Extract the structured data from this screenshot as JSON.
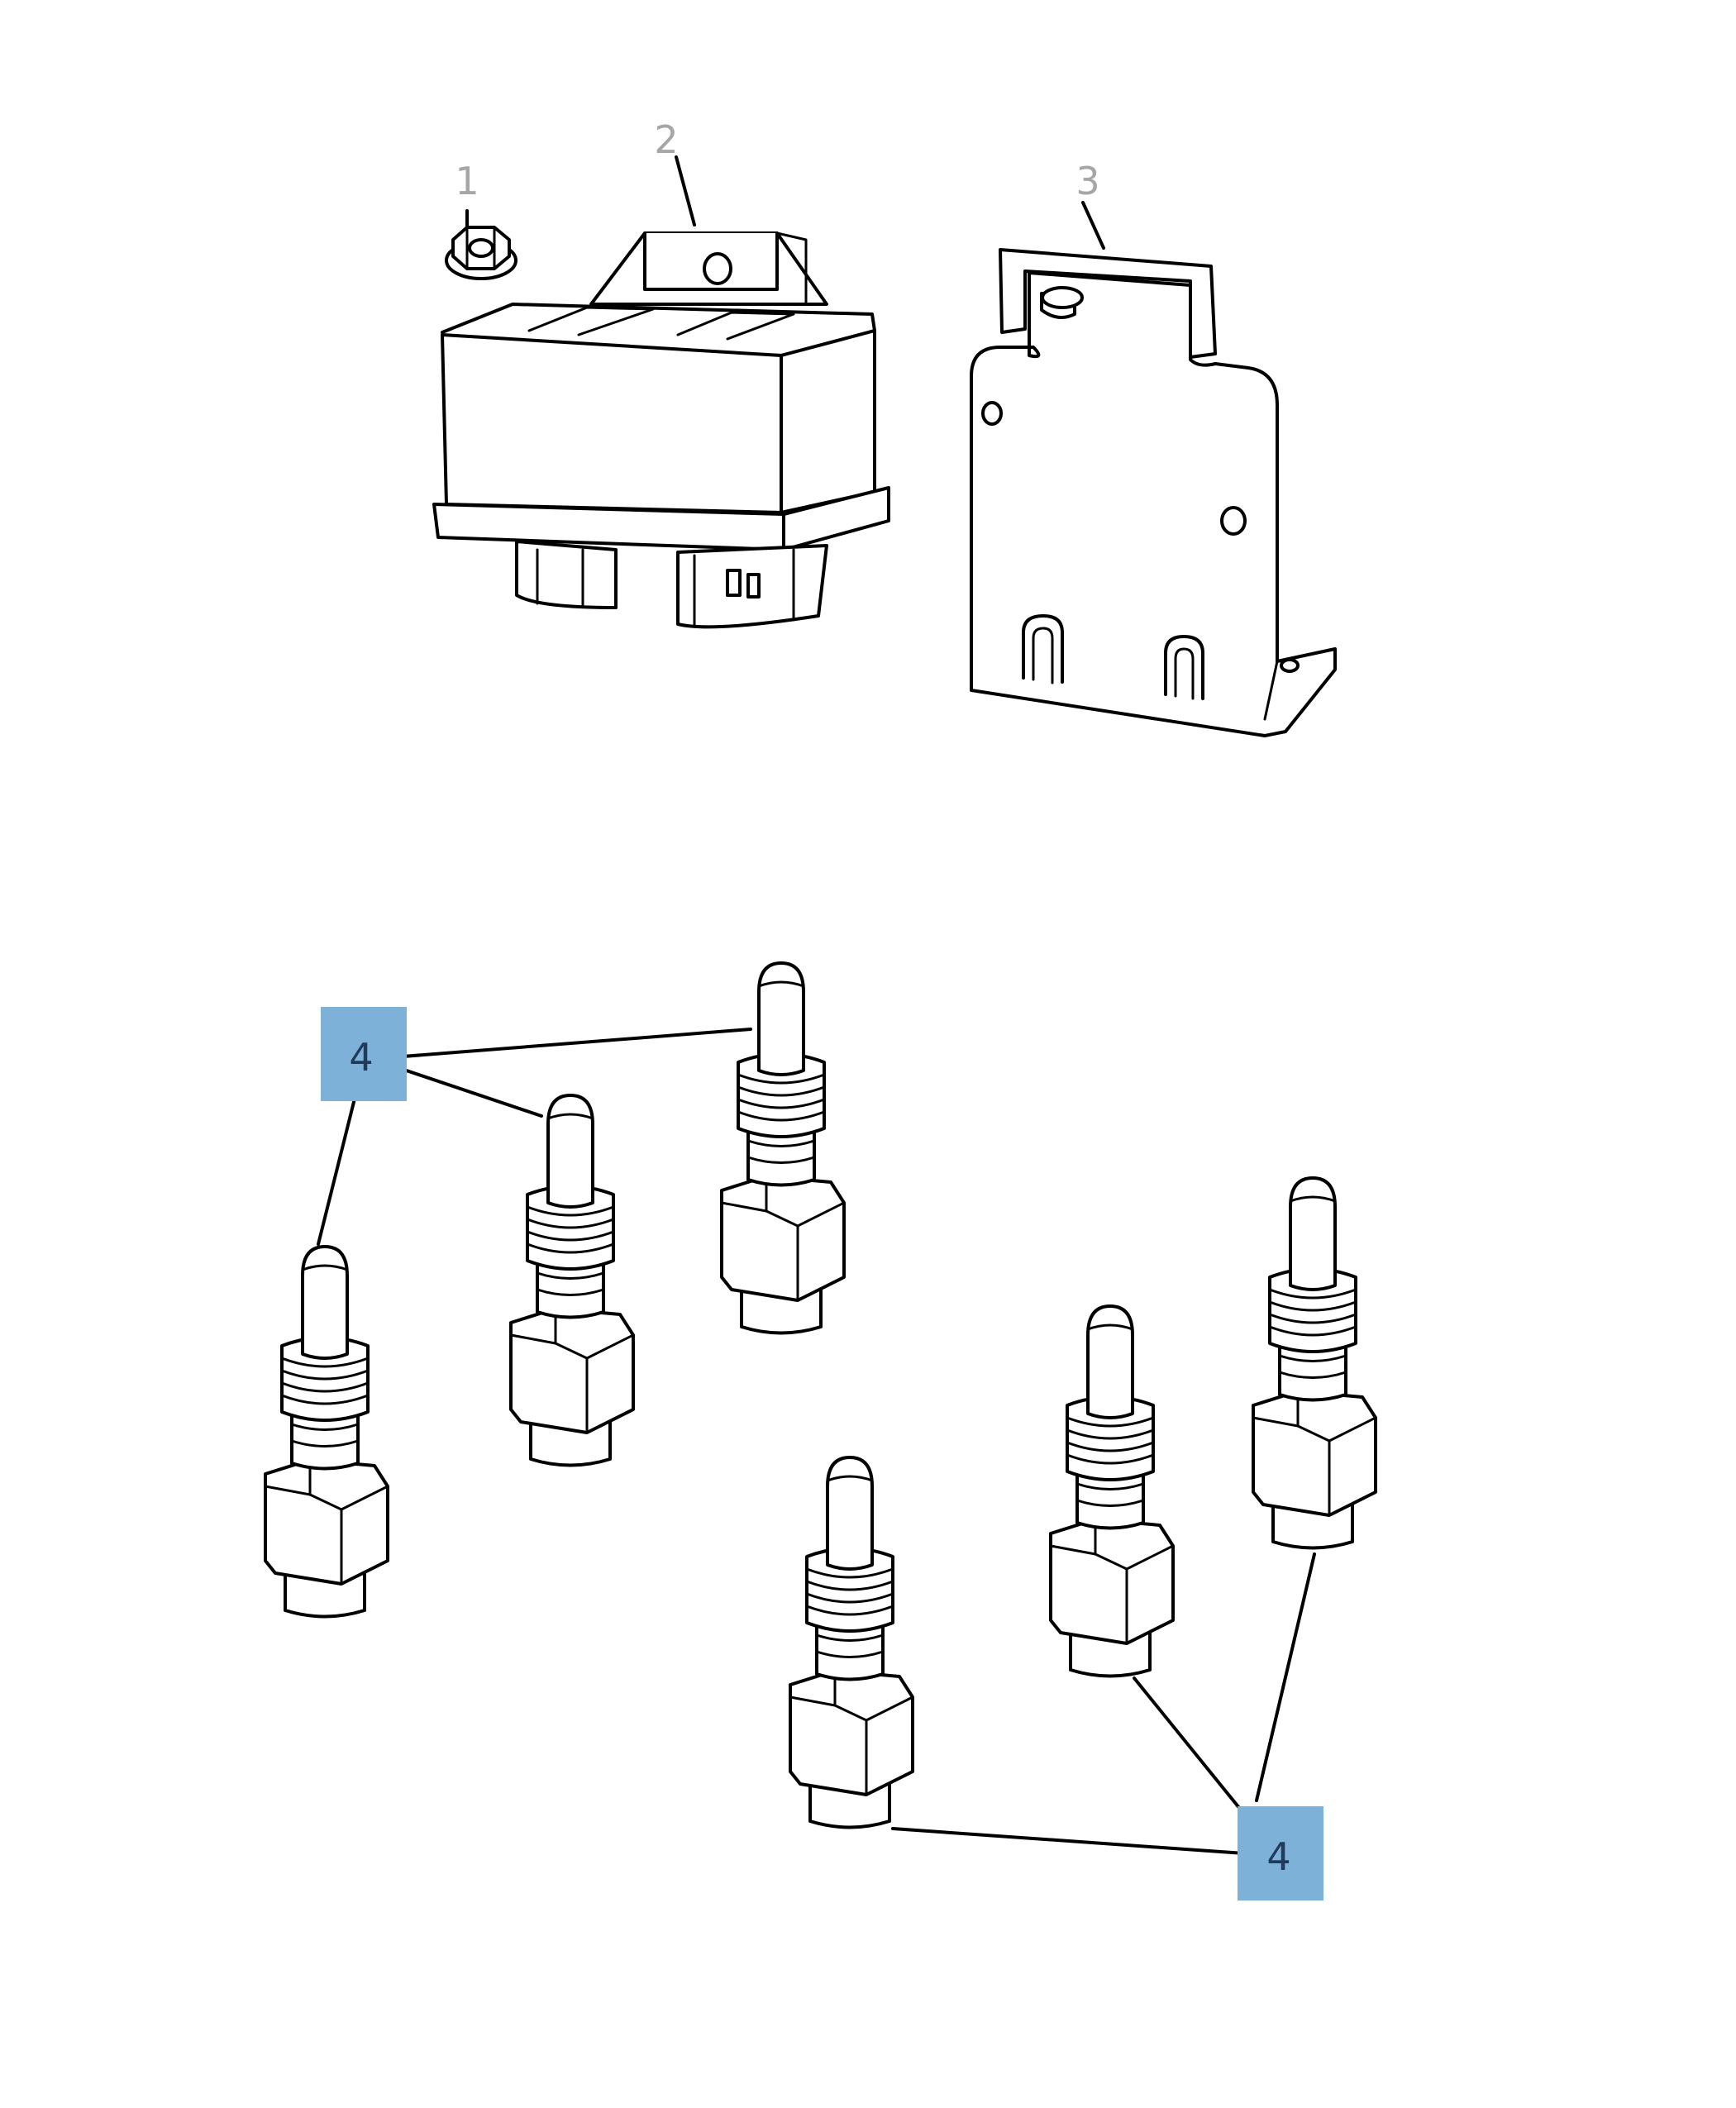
{
  "diagram": {
    "colors": {
      "line": "#000000",
      "callout_text_grey": "#a6a6a6",
      "highlight_fill": "#7eb1d7",
      "highlight_text": "#1f3a5a"
    },
    "callouts": [
      {
        "id": "c1",
        "label": "1"
      },
      {
        "id": "c2",
        "label": "2"
      },
      {
        "id": "c3",
        "label": "3"
      },
      {
        "id": "c4a",
        "label": "4"
      },
      {
        "id": "c4b",
        "label": "4"
      }
    ]
  }
}
